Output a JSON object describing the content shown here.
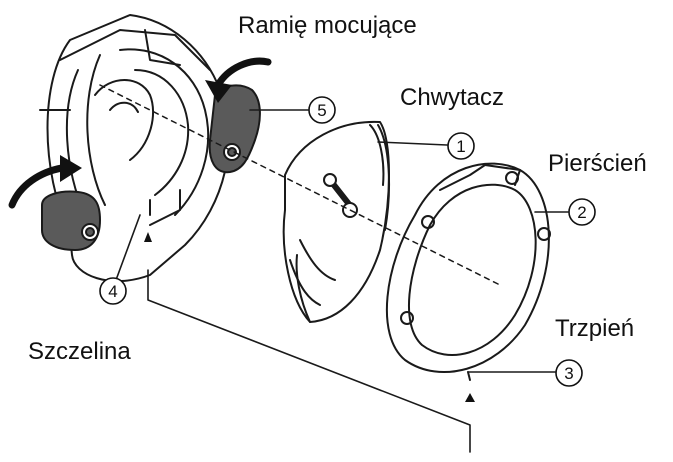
{
  "labels": {
    "mounting_arm": "Ramię mocujące",
    "hook": "Chwytacz",
    "ring": "Pierścień",
    "slot": "Szczelina",
    "pin": "Trzpień"
  },
  "callouts": [
    "1",
    "2",
    "3",
    "4",
    "5"
  ],
  "colors": {
    "line": "#1a1a1a",
    "dark_part": "#5a5a5a",
    "background": "#ffffff"
  },
  "icons": [
    "curved-arrow-icon",
    "triangle-marker-icon"
  ]
}
